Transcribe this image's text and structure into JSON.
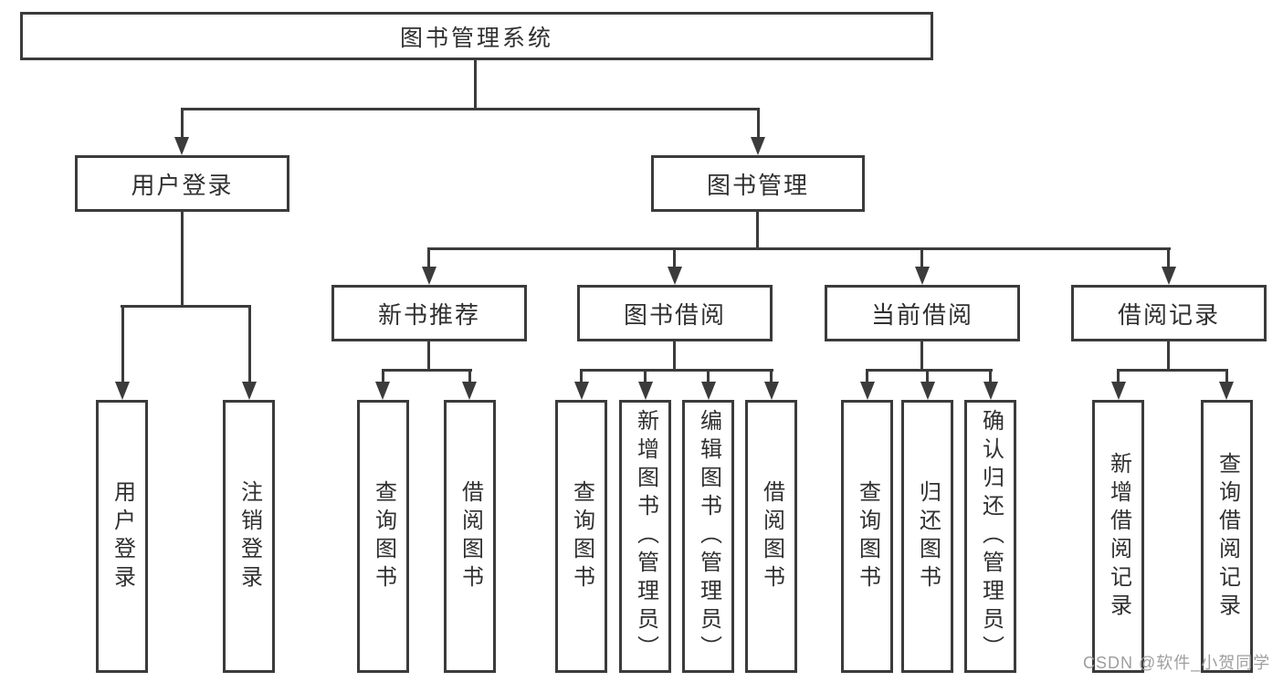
{
  "nodes": {
    "root": "图书管理系统",
    "user_login": "用户登录",
    "book_management": "图书管理",
    "new_book_recommend": "新书推荐",
    "book_borrow": "图书借阅",
    "current_borrow": "当前借阅",
    "borrow_records": "借阅记录"
  },
  "leaves": [
    "用户登录",
    "注销登录",
    "查询图书",
    "借阅图书",
    "查询图书",
    "新增图书（管理员）",
    "编辑图书（管理员）",
    "借阅图书",
    "查询图书",
    "归还图书",
    "确认归还（管理员）",
    "新增借阅记录",
    "查询借阅记录"
  ],
  "watermark": "CSDN @软件_小贺同学",
  "colors": {
    "line": "#3b3b3b",
    "text": "#303030",
    "watermark": "#9e9e9e",
    "background": "#ffffff"
  }
}
